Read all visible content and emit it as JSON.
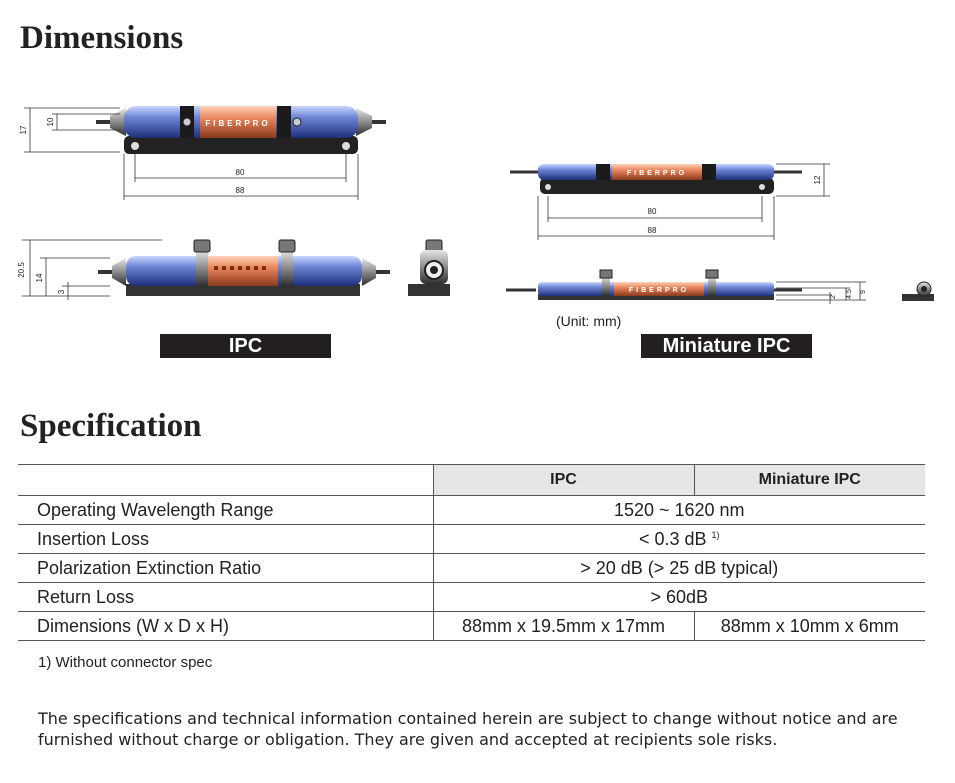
{
  "dimensions": {
    "title": "Dimensions",
    "ipc_label": "IPC",
    "mini_label": "Miniature IPC",
    "unit_note": "(Unit: mm)",
    "brand": "FIBERPRO",
    "ipc_dims": {
      "height_17": "17",
      "height_10": "10",
      "len_80": "80",
      "len_88": "88",
      "h_205": "20.5",
      "h_14": "14",
      "h_3": "3"
    },
    "mini_dims": {
      "h_12": "12",
      "len_80": "80",
      "len_88": "88",
      "h_9": "9",
      "h_45": "4.5",
      "h_2": "2"
    }
  },
  "specification": {
    "title": "Specification",
    "columns": [
      "",
      "IPC",
      "Miniature IPC"
    ],
    "rows": [
      {
        "param": "Operating Wavelength Range",
        "value": "1520 ~ 1620 nm"
      },
      {
        "param": "Insertion Loss",
        "value": "< 0.3 dB",
        "note": "1)"
      },
      {
        "param": "Polarization Extinction Ratio",
        "value": "> 20 dB (> 25 dB typical)"
      },
      {
        "param": "Return Loss",
        "value": "> 60dB"
      },
      {
        "param": "Dimensions (W x D x H)",
        "ipc": "88mm x 19.5mm x 17mm",
        "mini": "88mm x 10mm x 6mm"
      }
    ],
    "footnote": "1) Without connector spec",
    "disclaimer": "The specifications and technical information contained herein are subject to change without notice and are furnished without charge or obligation. They are given and accepted at recipients sole risks."
  }
}
